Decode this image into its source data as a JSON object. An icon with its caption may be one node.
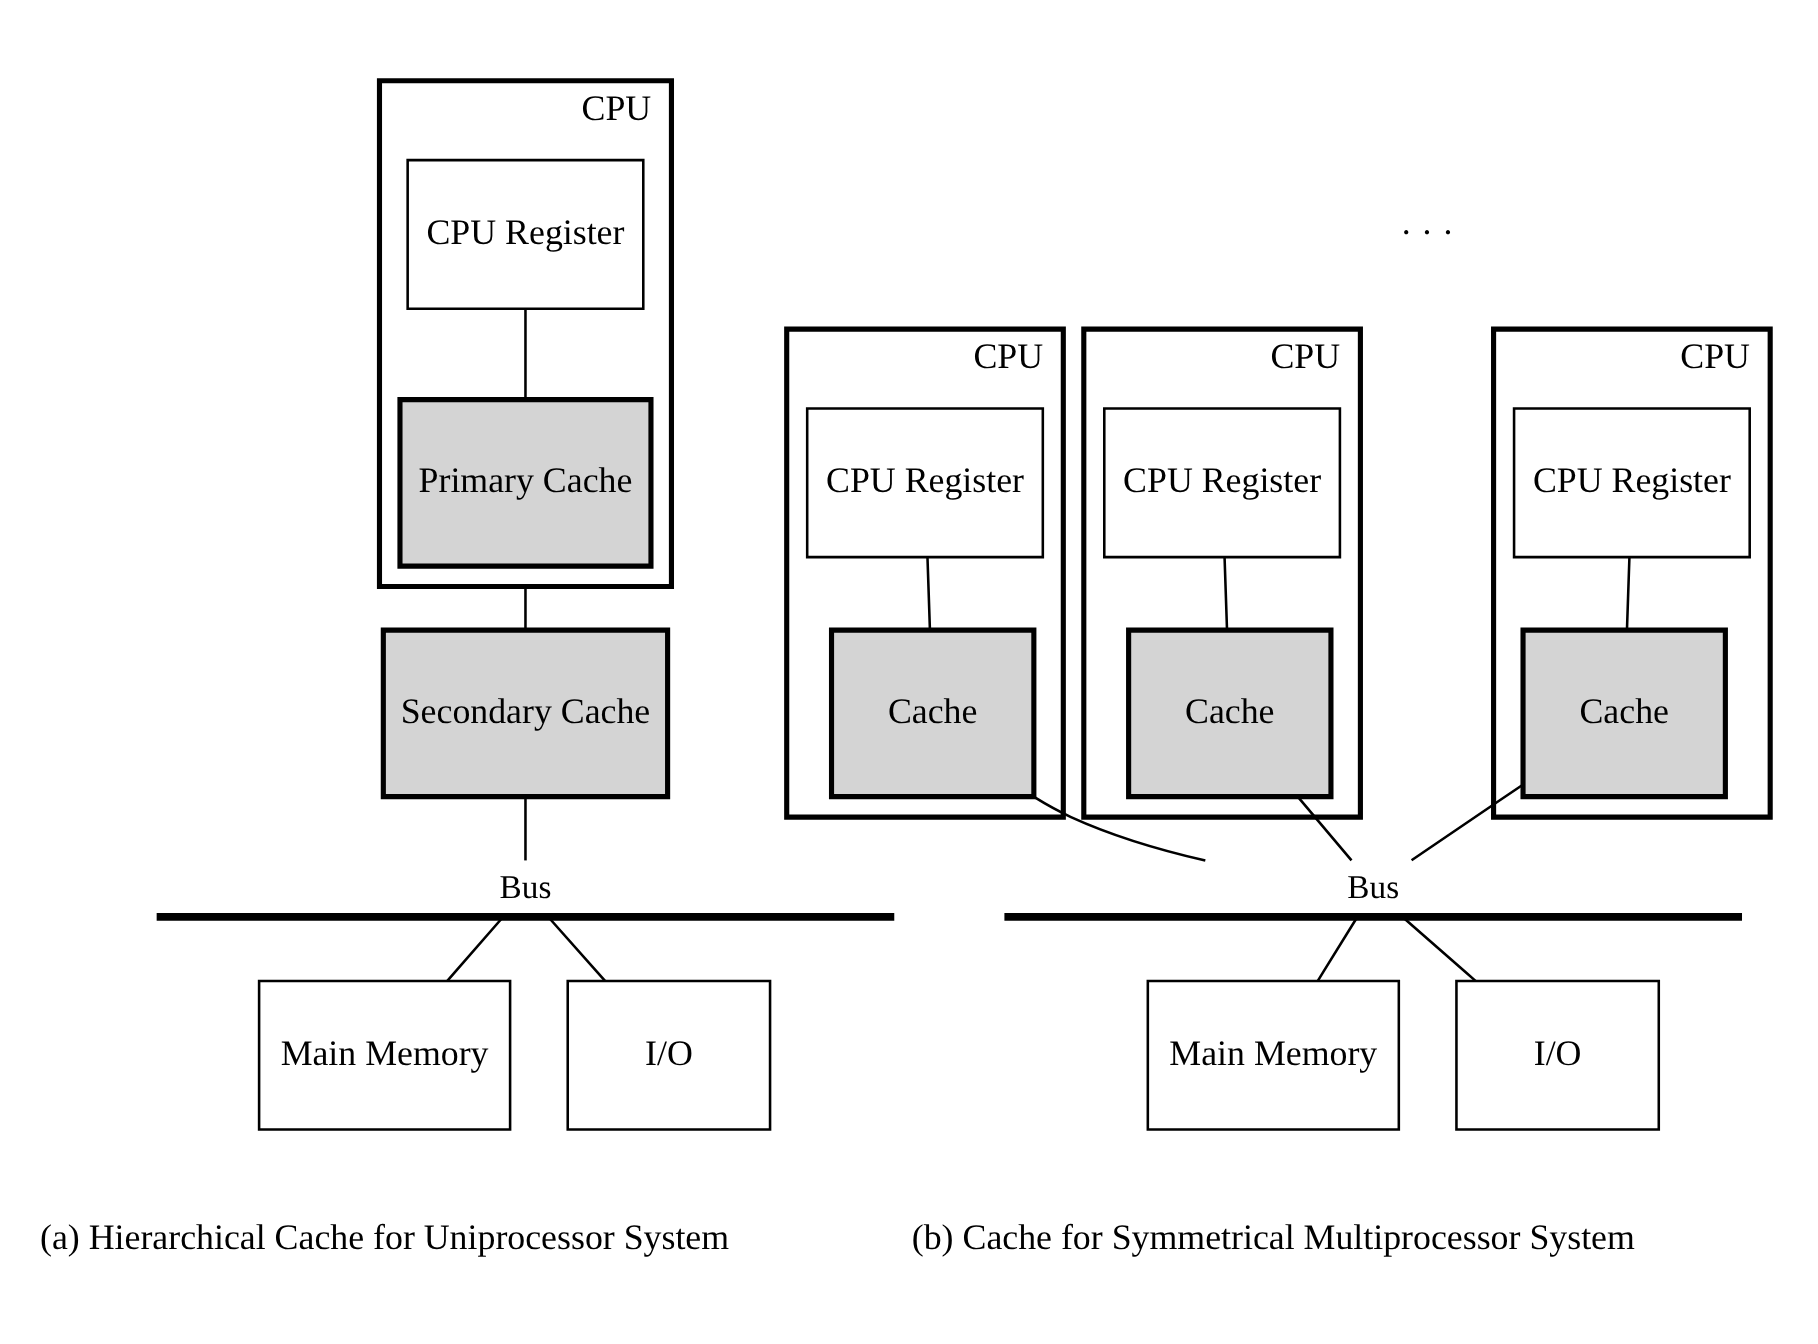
{
  "diagram": {
    "nodes": [
      {
        "text": [
          "CPU"
        ]
      },
      {
        "text": [
          "CPU Register"
        ],
        "in": 0
      },
      {
        "text": [
          "Primary Cache"
        ],
        "in": 0
      },
      {
        "text": [
          "Secondary Cache"
        ]
      },
      {
        "text": [
          "Bus"
        ]
      },
      {
        "text": [
          "Main Memory"
        ]
      },
      {
        "text": [
          "I/O"
        ]
      },
      {
        "text": [
          "CPU"
        ]
      },
      {
        "text": [
          "CPU Register"
        ],
        "in": 7
      },
      {
        "text": [
          "Cache"
        ],
        "in": 7
      },
      {
        "text": [
          "CPU"
        ]
      },
      {
        "text": [
          "CPU Register"
        ],
        "in": 10
      },
      {
        "text": [
          "Cache"
        ],
        "in": 10
      },
      {
        "text": [
          "CPU"
        ]
      },
      {
        "text": [
          "CPU Register"
        ],
        "in": 13
      },
      {
        "text": [
          "Cache"
        ],
        "in": 13
      },
      {
        "text": [
          "Bus"
        ]
      },
      {
        "text": [
          "Main Memory"
        ]
      },
      {
        "text": [
          "I/O"
        ]
      }
    ],
    "edges": [
      {
        "from": 1,
        "to": 2,
        "arrow": "none"
      },
      {
        "from": 0,
        "to": 3,
        "arrow": "none"
      },
      {
        "from": 3,
        "to": 4,
        "arrow": "none"
      },
      {
        "from": 4,
        "to": 5,
        "arrow": "none"
      },
      {
        "from": 4,
        "to": 6,
        "arrow": "none"
      },
      {
        "from": 8,
        "to": 9,
        "arrow": "none"
      },
      {
        "from": 11,
        "to": 12,
        "arrow": "none"
      },
      {
        "from": 14,
        "to": 15,
        "arrow": "none"
      },
      {
        "from": 9,
        "to": 16,
        "arrow": "none"
      },
      {
        "from": 12,
        "to": 16,
        "arrow": "none"
      },
      {
        "from": 15,
        "to": 16,
        "arrow": "none"
      },
      {
        "from": 16,
        "to": 17,
        "arrow": "none"
      },
      {
        "from": 16,
        "to": 18,
        "arrow": "none"
      }
    ],
    "labels": [
      "· · ·",
      "(a) Hierarchical Cache for Uniprocessor System",
      "(b) Cache for Symmetrical Multiprocessor System"
    ]
  }
}
